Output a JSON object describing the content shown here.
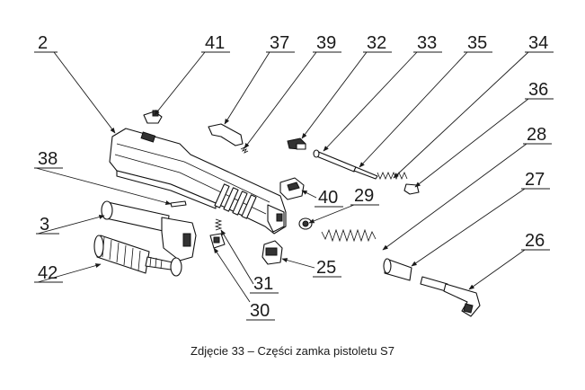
{
  "caption": "Zdjęcie 33 – Części zamka pistoletu S7",
  "labels": {
    "p2": "2",
    "p41": "41",
    "p37": "37",
    "p39": "39",
    "p32": "32",
    "p33": "33",
    "p35": "35",
    "p34": "34",
    "p36": "36",
    "p28": "28",
    "p38": "38",
    "p40": "40",
    "p29": "29",
    "p27": "27",
    "p3": "3",
    "p26": "26",
    "p42": "42",
    "p25": "25",
    "p31": "31",
    "p30": "30"
  }
}
